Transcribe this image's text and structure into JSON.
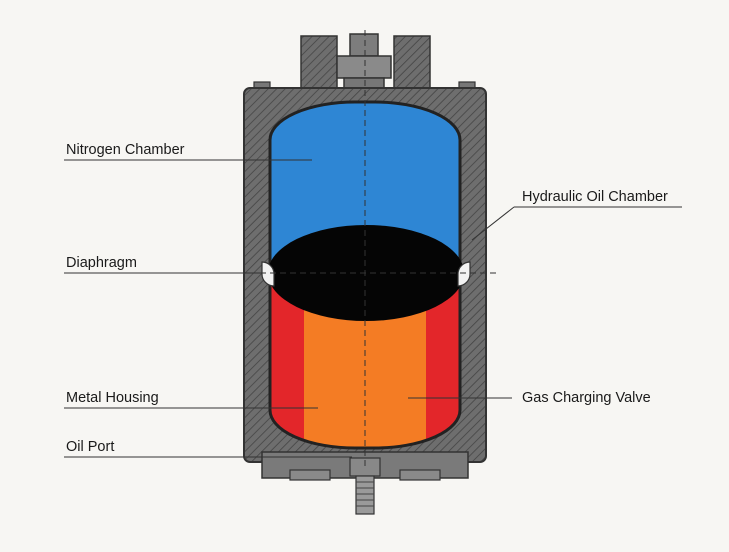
{
  "labels": {
    "nitrogen_chamber": "Nitrogen Chamber",
    "hydraulic_oil_chamber": "Hydraulic Oil Chamber",
    "diaphragm": "Diaphragm",
    "metal_housing": "Metal Housing",
    "gas_charging_valve": "Gas Charging Valve",
    "oil_port": "Oil Port"
  },
  "colors": {
    "background": "#f7f6f3",
    "housing": "#6b6b6b",
    "housing_hatch": "#4a4a4a",
    "nitrogen": "#2e86d4",
    "diaphragm": "#050505",
    "oil": "#f47c24",
    "oil_edge": "#e3262a"
  }
}
